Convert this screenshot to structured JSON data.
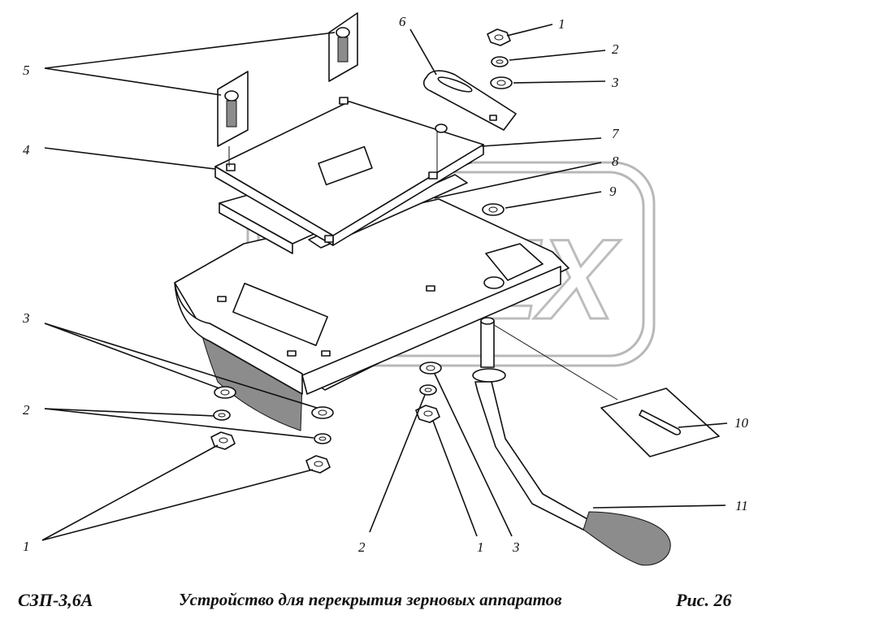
{
  "watermark": {
    "text": "OREX"
  },
  "callouts": {
    "c1_top": "1",
    "c2_top": "2",
    "c3_top": "3",
    "c4": "4",
    "c5": "5",
    "c6": "6",
    "c7": "7",
    "c8": "8",
    "c9": "9",
    "c10": "10",
    "c11": "11",
    "c3_left": "3",
    "c2_left": "2",
    "c1_left": "1",
    "c2_bottom": "2",
    "c1_bottom": "1",
    "c3_bottom": "3"
  },
  "caption": {
    "model": "СЗП-3,6А",
    "title": "Устройство для перекрытия зерновых аппаратов",
    "figure": "Рис. 26"
  }
}
